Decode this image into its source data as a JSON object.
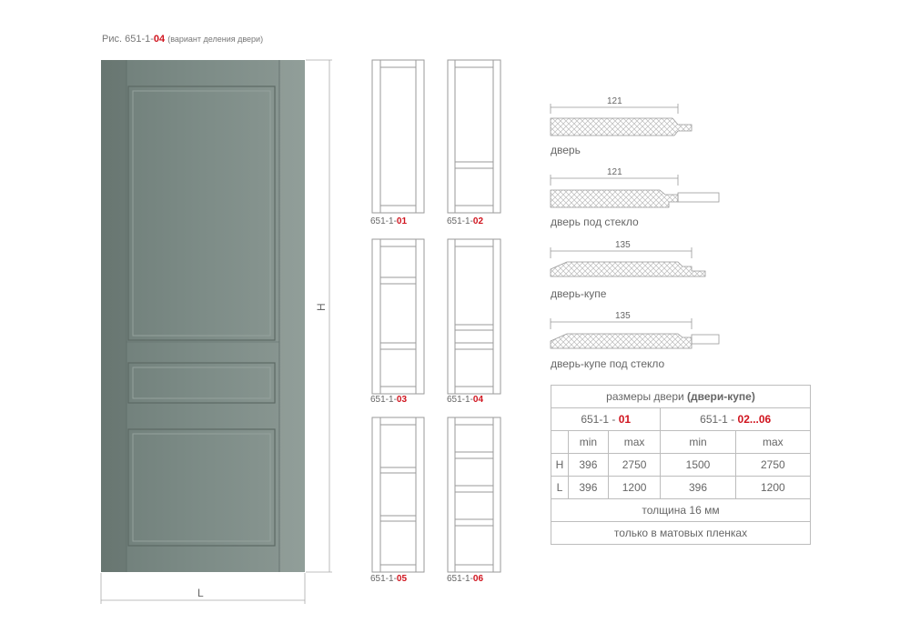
{
  "caption": {
    "prefix": "Рис. 651-1-",
    "code": "04",
    "note": "(вариант деления двери)"
  },
  "main_door": {
    "dim_h": "H",
    "dim_l": "L",
    "color": "#7b8a85"
  },
  "variants": [
    {
      "prefix": "651-1-",
      "code": "01"
    },
    {
      "prefix": "651-1-",
      "code": "02"
    },
    {
      "prefix": "651-1-",
      "code": "03"
    },
    {
      "prefix": "651-1-",
      "code": "04"
    },
    {
      "prefix": "651-1-",
      "code": "05"
    },
    {
      "prefix": "651-1-",
      "code": "06"
    }
  ],
  "profiles": [
    {
      "dim": "121",
      "label": "дверь"
    },
    {
      "dim": "121",
      "label": "дверь под стекло"
    },
    {
      "dim": "135",
      "label": "дверь-купе"
    },
    {
      "dim": "135",
      "label": "дверь-купе под стекло"
    }
  ],
  "table": {
    "title_prefix": "размеры двери ",
    "title_bold": "(двери-купе)",
    "group1_prefix": "651-1 - ",
    "group1_code": "01",
    "group2_prefix": "651-1 - ",
    "group2_code": "02...06",
    "col_headers": [
      "min",
      "max",
      "min",
      "max"
    ],
    "rows": [
      {
        "label": "H",
        "values": [
          "396",
          "2750",
          "1500",
          "2750"
        ]
      },
      {
        "label": "L",
        "values": [
          "396",
          "1200",
          "396",
          "1200"
        ]
      }
    ],
    "thickness": "толщина 16 мм",
    "note": "только в матовых пленках"
  },
  "colors": {
    "accent": "#d0141e",
    "line": "#a0a0a0",
    "door": "#7b8a85"
  }
}
